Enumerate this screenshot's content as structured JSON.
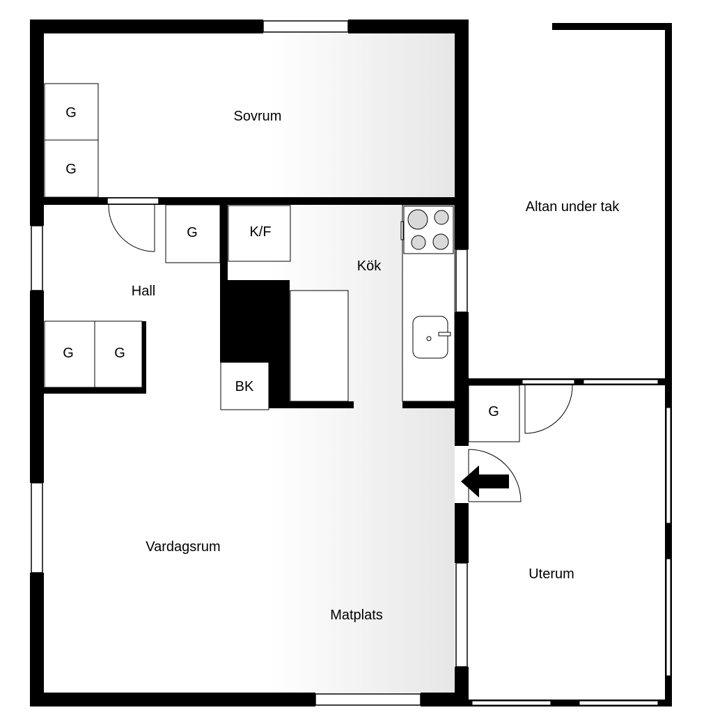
{
  "rooms": {
    "sovrum": "Sovrum",
    "hall": "Hall",
    "kok": "Kök",
    "vardagsrum": "Vardagsrum",
    "matplats": "Matplats",
    "altan": "Altan under tak",
    "uterum": "Uterum"
  },
  "fixtures": {
    "wardrobe": "G",
    "fridge_freezer": "K/F",
    "bk": "BK"
  },
  "colors": {
    "wall": "#000000",
    "floor_light": "#ffffff",
    "floor_shade": "#e6e6e6"
  },
  "icons": {
    "entrance": "entrance-arrow-icon",
    "stove": "stove-icon",
    "sink": "sink-icon"
  }
}
